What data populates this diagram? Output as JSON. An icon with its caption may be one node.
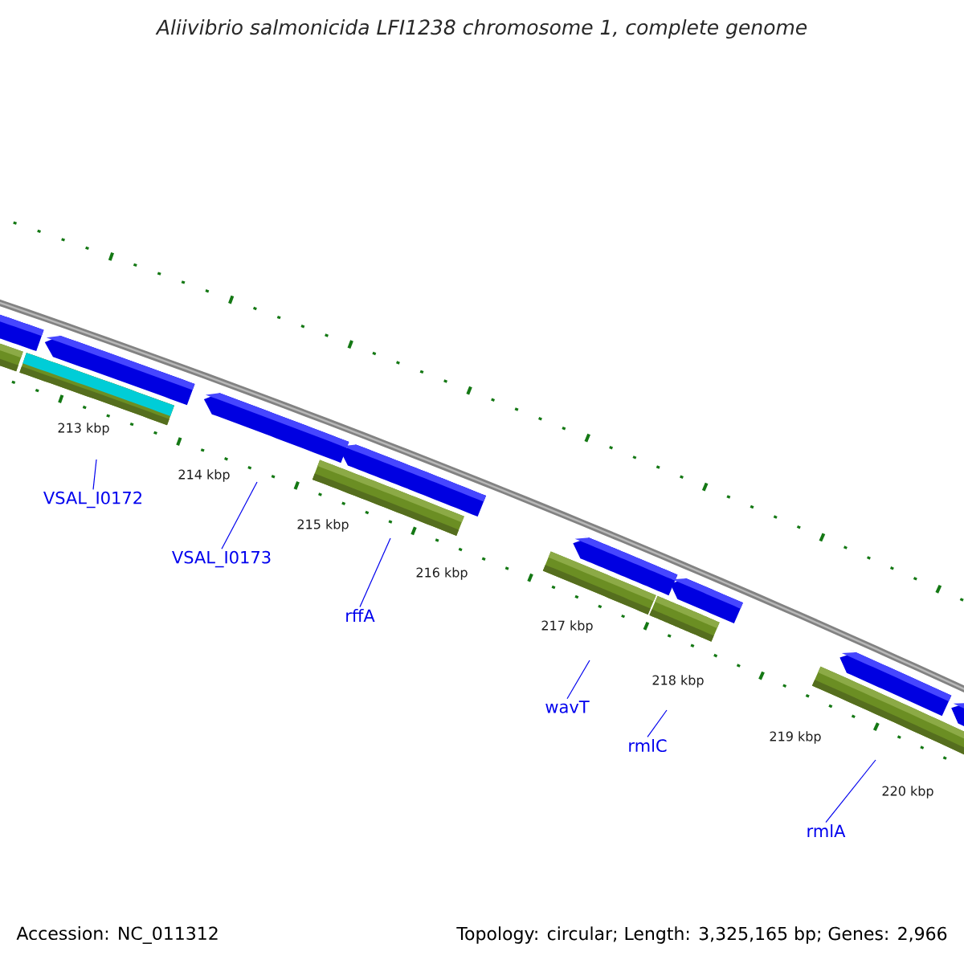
{
  "diagram": {
    "title": "Aliivibrio salmonicida LFI1238 chromosome 1, complete genome",
    "nodes": [
      {
        "text": [
          "VSAL_I0172"
        ]
      },
      {
        "text": [
          "VSAL_I0173"
        ]
      },
      {
        "text": [
          "rffA"
        ]
      },
      {
        "text": [
          "wavT"
        ]
      },
      {
        "text": [
          "rmlC"
        ]
      },
      {
        "text": [
          "rmlA"
        ]
      }
    ],
    "edges": [
      {
        "from": 0,
        "to": null,
        "arrow": "none"
      },
      {
        "from": 1,
        "to": null,
        "arrow": "none"
      },
      {
        "from": 2,
        "to": null,
        "arrow": "none"
      },
      {
        "from": 3,
        "to": null,
        "arrow": "none"
      },
      {
        "from": 4,
        "to": null,
        "arrow": "none"
      },
      {
        "from": 5,
        "to": null,
        "arrow": "none"
      }
    ],
    "labels": [
      "213 kbp",
      "214 kbp",
      "215 kbp",
      "216 kbp",
      "217 kbp",
      "218 kbp",
      "219 kbp",
      "220 kbp",
      "Accession: NC_011312",
      "Topology: circular; Length: 3,325,165 bp; Genes: 2,966"
    ]
  }
}
